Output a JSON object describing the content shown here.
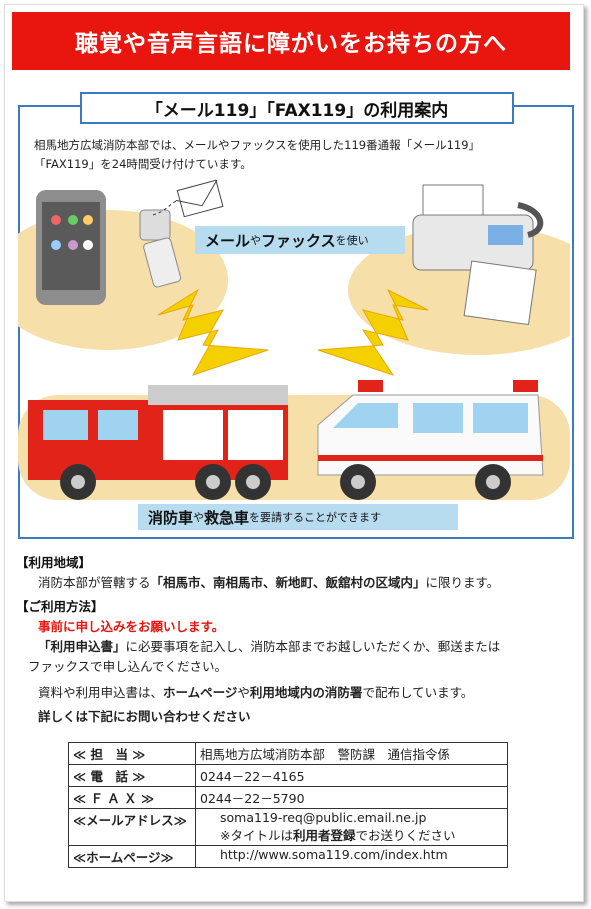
{
  "banner": "聴覚や音声言語に障がいをお持ちの方へ",
  "subtitle": "「メール119」「FAX119」の利用案内",
  "intro": {
    "line1": "相馬地方広域消防本部では、メールやファックスを使用した119番通報「メール119」",
    "line2": "「FAX119」を24時間受け付けています。"
  },
  "scene": {
    "top_label_a": "メール",
    "top_label_b": "や",
    "top_label_c": "ファックス",
    "top_label_d": "を使い",
    "bottom_label_a": "消防車",
    "bottom_label_b": "や",
    "bottom_label_c": "救急車",
    "bottom_label_d": "を要請することができます"
  },
  "area": {
    "heading": "【利用地域】",
    "text_a": "消防本部が管轄する",
    "text_b": "「相馬市、南相馬市、新地町、飯舘村の区域内」",
    "text_c": "に限ります。"
  },
  "method": {
    "heading": "【ご利用方法】",
    "notice": "事前に申し込みをお願いします。",
    "form_a": "「利用申込書」",
    "form_b": "に必要事項を記入し、消防本部までお越しいただくか、郵送または",
    "form_c": "ファックスで申し込んでください。",
    "dist_a": "資料や利用申込書は、",
    "dist_b": "ホームページ",
    "dist_c": "や",
    "dist_d": "利用地域内の消防署",
    "dist_e": "で配布しています。",
    "contact": "詳しくは下記にお問い合わせください"
  },
  "contact_table": [
    {
      "key": "≪ 担　当 ≫",
      "value": "相馬地方広域消防本部　警防課　通信指令係"
    },
    {
      "key": "≪ 電　話 ≫",
      "value": "0244－22－4165"
    },
    {
      "key": "≪ Ｆ Ａ Ｘ ≫",
      "value": "0244－22－5790"
    },
    {
      "key": "≪メールアドレス≫",
      "value": "soma119-req@public.email.ne.jp",
      "note_a": "※タイトルは",
      "note_b": "利用者登録",
      "note_c": "でお送りください"
    },
    {
      "key": "≪ホームページ≫",
      "value": "http://www.soma119.com/index.htm"
    }
  ],
  "colors": {
    "banner": "#e8160f",
    "panel_border": "#3a7bc2",
    "label_bg": "#b8dcef",
    "accent_red": "#e8160f"
  }
}
